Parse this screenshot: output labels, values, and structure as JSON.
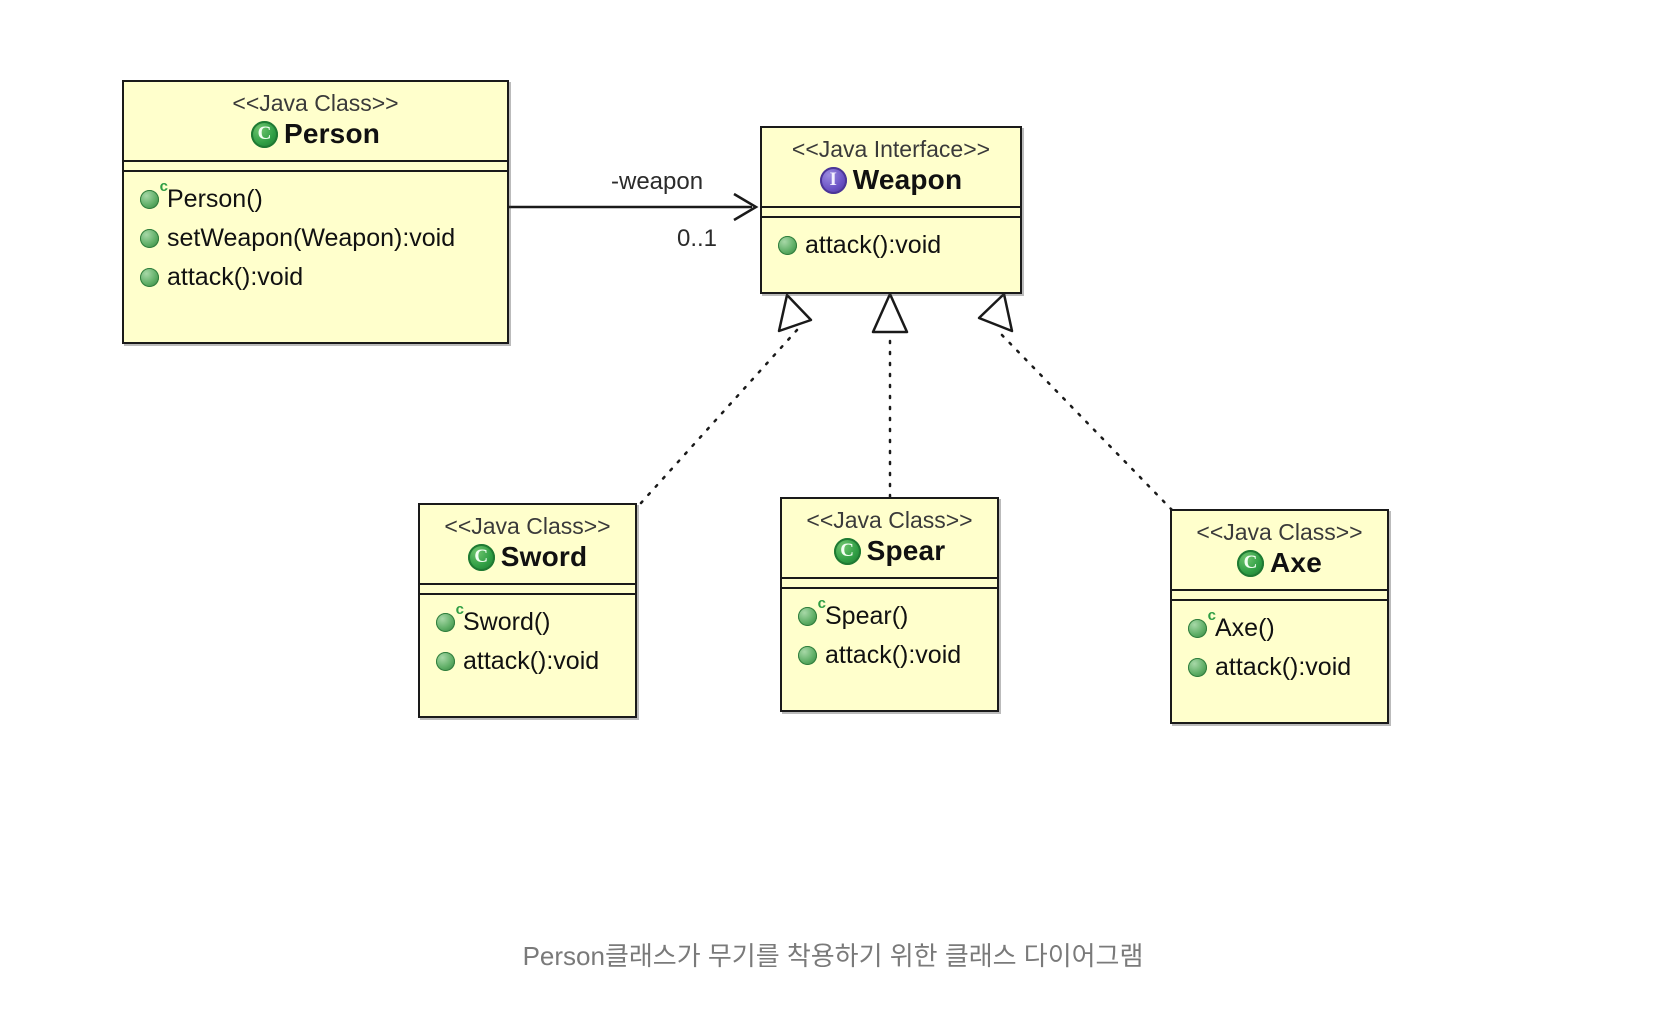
{
  "diagram": {
    "kind": "uml-class-diagram",
    "background": "#ffffff",
    "box_fill": "#ffffcc",
    "box_border": "#1a1a1a",
    "class_icon_color": "#2f9e44",
    "interface_icon_color": "#6a52c4",
    "caption": "Person클래스가 무기를 착용하기 위한 클래스 다이어그램",
    "nodes": [
      {
        "id": "person",
        "stereotype": "<<Java Class>>",
        "name": "Person",
        "icon": "class-icon",
        "members": [
          {
            "label": "Person()",
            "icon": "constructor-icon"
          },
          {
            "label": "setWeapon(Weapon):void",
            "icon": "method-icon"
          },
          {
            "label": "attack():void",
            "icon": "method-icon"
          }
        ]
      },
      {
        "id": "weapon",
        "stereotype": "<<Java Interface>>",
        "name": "Weapon",
        "icon": "interface-icon",
        "members": [
          {
            "label": "attack():void",
            "icon": "method-icon"
          }
        ]
      },
      {
        "id": "sword",
        "stereotype": "<<Java Class>>",
        "name": "Sword",
        "icon": "class-icon",
        "members": [
          {
            "label": "Sword()",
            "icon": "constructor-icon"
          },
          {
            "label": "attack():void",
            "icon": "method-icon"
          }
        ]
      },
      {
        "id": "spear",
        "stereotype": "<<Java Class>>",
        "name": "Spear",
        "icon": "class-icon",
        "members": [
          {
            "label": "Spear()",
            "icon": "constructor-icon"
          },
          {
            "label": "attack():void",
            "icon": "method-icon"
          }
        ]
      },
      {
        "id": "axe",
        "stereotype": "<<Java Class>>",
        "name": "Axe",
        "icon": "class-icon",
        "members": [
          {
            "label": "Axe()",
            "icon": "constructor-icon"
          },
          {
            "label": "attack():void",
            "icon": "method-icon"
          }
        ]
      }
    ],
    "edges": [
      {
        "id": "person-weapon",
        "type": "association",
        "from": "person",
        "to": "weapon",
        "role_label": "-weapon",
        "multiplicity": "0..1",
        "line": "solid",
        "arrow": "open"
      },
      {
        "id": "sword-weapon",
        "type": "realization",
        "from": "sword",
        "to": "weapon",
        "line": "dotted",
        "arrow": "hollow-triangle"
      },
      {
        "id": "spear-weapon",
        "type": "realization",
        "from": "spear",
        "to": "weapon",
        "line": "dotted",
        "arrow": "hollow-triangle"
      },
      {
        "id": "axe-weapon",
        "type": "realization",
        "from": "axe",
        "to": "weapon",
        "line": "dotted",
        "arrow": "hollow-triangle"
      }
    ]
  }
}
